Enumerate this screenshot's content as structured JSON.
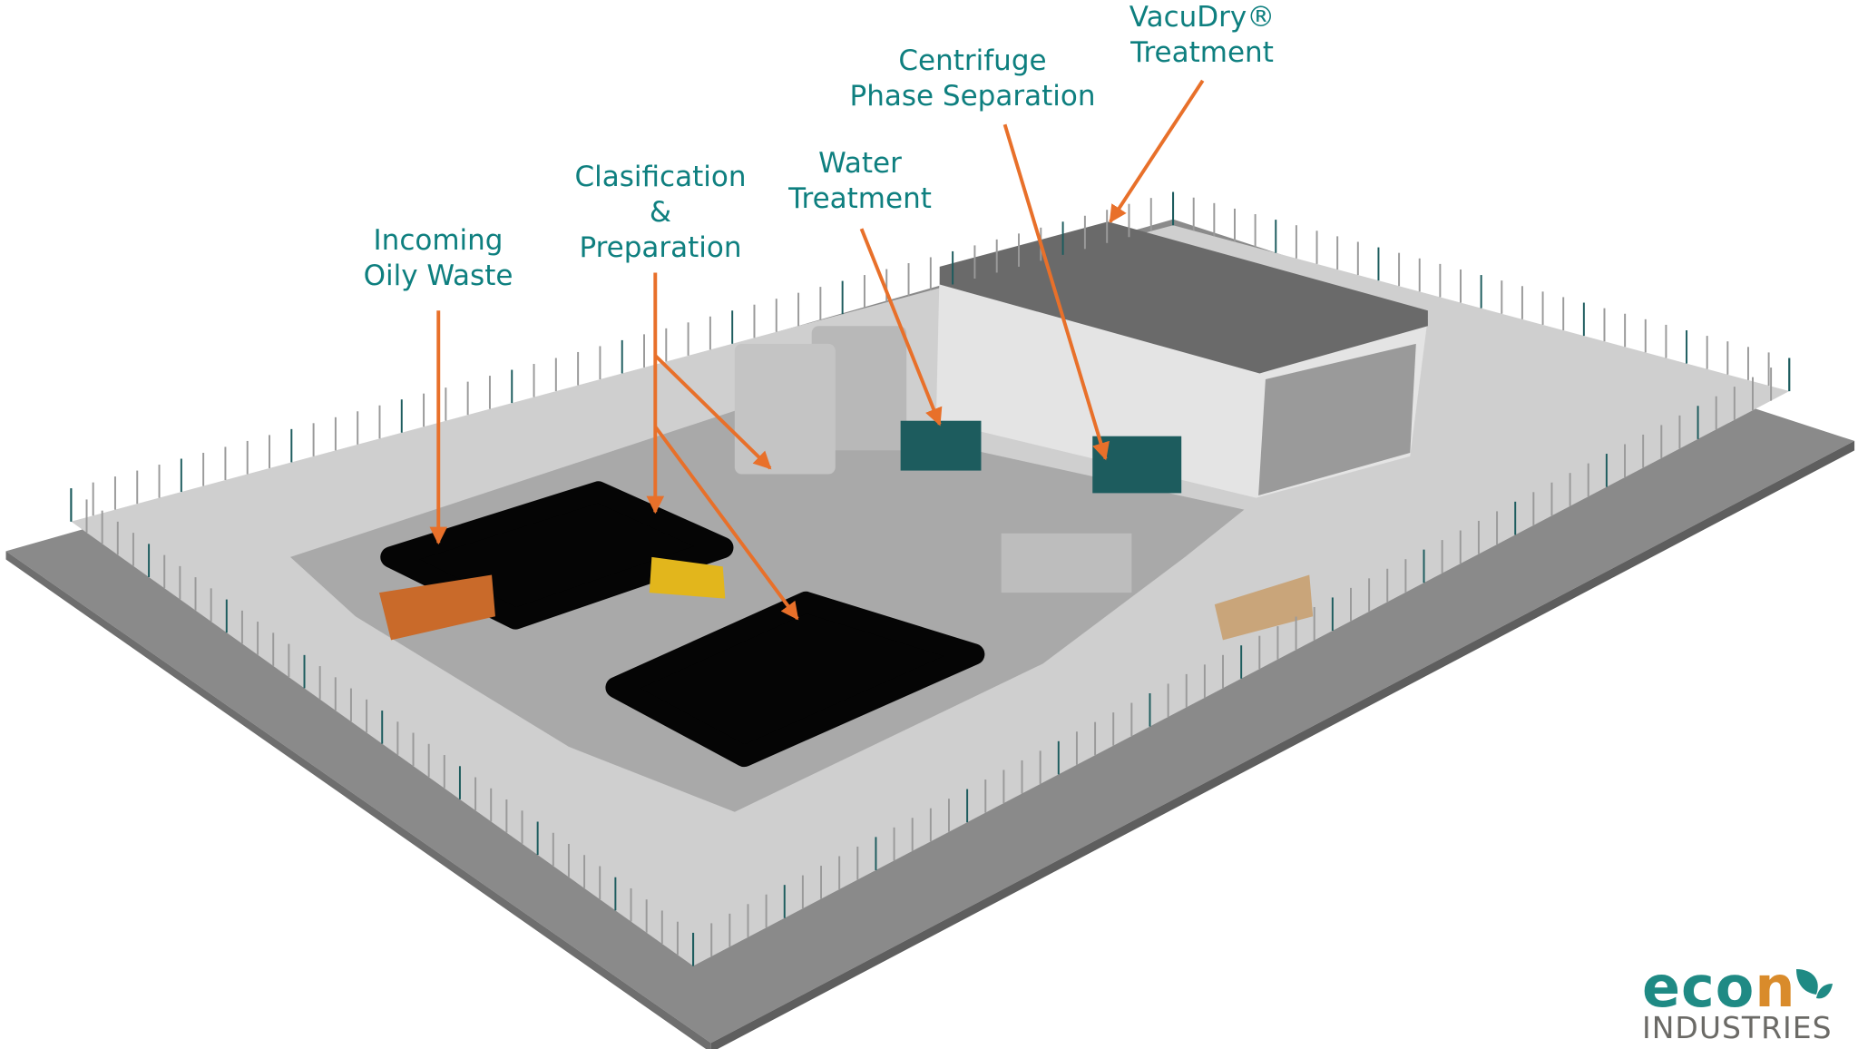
{
  "labels": {
    "incoming": [
      "Incoming",
      "Oily Waste"
    ],
    "classification": [
      "Clasification",
      "&",
      "Preparation"
    ],
    "water": [
      "Water",
      "Treatment"
    ],
    "centrifuge": [
      "Centrifuge",
      "Phase Separation"
    ],
    "vacudry": [
      "VacuDry®",
      "Treatment"
    ]
  },
  "logo": {
    "econ_prefix": "eco",
    "econ_suffix": "n",
    "industries": "INDUSTRIES"
  },
  "colors": {
    "label": "#0e7f7f",
    "arrow": "#e8702a",
    "logo_teal": "#1f8a84",
    "logo_orange": "#d98b2b"
  }
}
